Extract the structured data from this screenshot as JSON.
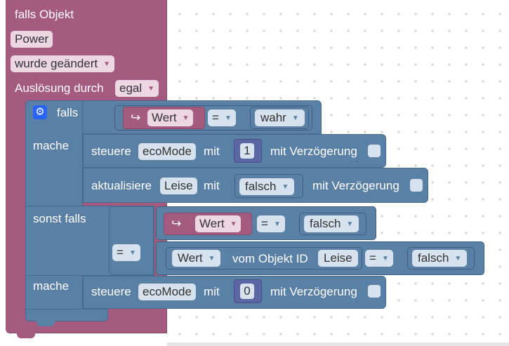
{
  "trigger": {
    "header": "falls Objekt",
    "object": "Power",
    "change_mode": "wurde geändert",
    "trigger_by_label": "Auslösung durch",
    "trigger_by_value": "egal"
  },
  "if_block": {
    "if_label": "falls",
    "do_label": "mache",
    "else_if_label": "sonst falls",
    "do2_label": "mache",
    "gear_icon": "gear-icon"
  },
  "condition1": {
    "var_name": "Wert",
    "operator": "=",
    "value": "wahr"
  },
  "stmt1": {
    "verb": "steuere",
    "target": "ecoMode",
    "with_label": "mit",
    "value": "1",
    "delay_label": "mit Verzögerung"
  },
  "stmt2": {
    "verb": "aktualisiere",
    "target": "Leise",
    "with_label": "mit",
    "value": "falsch",
    "delay_label": "mit Verzögerung"
  },
  "condition2": {
    "logic_operator": "=",
    "left": {
      "var_name": "Wert",
      "operator": "=",
      "value": "falsch"
    },
    "right": {
      "prop": "Wert",
      "of_object_label": "vom Objekt ID",
      "object": "Leise",
      "operator": "=",
      "value": "falsch"
    }
  },
  "stmt3": {
    "verb": "steuere",
    "target": "ecoMode",
    "with_label": "mit",
    "value": "0",
    "delay_label": "mit Verzögerung"
  },
  "colors": {
    "trigger": "#a55b80",
    "logic": "#5b80a5",
    "math": "#5b67a5"
  }
}
